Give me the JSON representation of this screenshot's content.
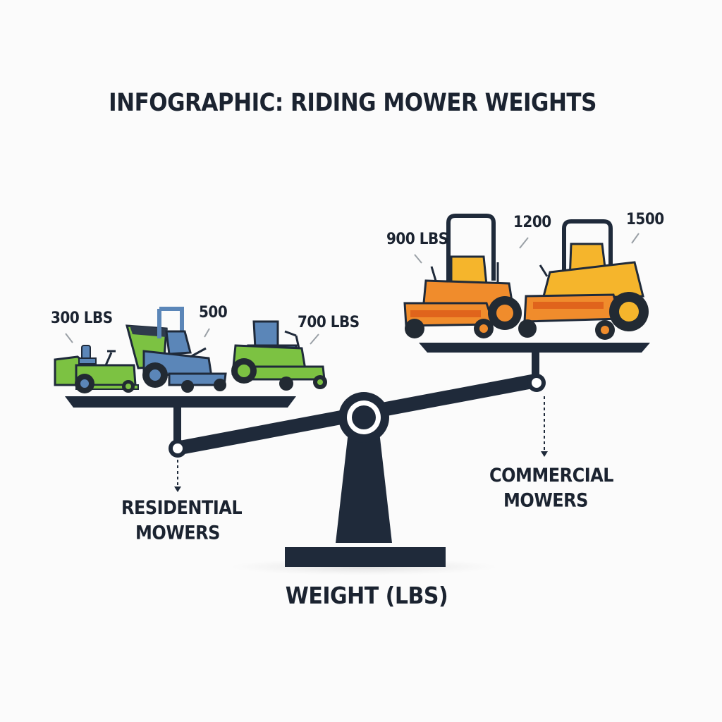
{
  "title": "INFOGRAPHIC: RIDING MOWER WEIGHTS",
  "axis_label": "WEIGHT (LBS)",
  "groups": {
    "residential": {
      "label_line1": "RESIDENTIAL",
      "label_line2": "MOWERS",
      "color": "#7cc242",
      "mowers": [
        {
          "weight_label": "300 LBS",
          "weight": 300,
          "style": "lawn-tractor",
          "body_color": "#7cc242"
        },
        {
          "weight_label": "500",
          "weight": 500,
          "style": "zero-turn-bagger",
          "body_color": "#5b86b8"
        },
        {
          "weight_label": "700 LBS",
          "weight": 700,
          "style": "zero-turn",
          "body_color": "#7cc242"
        }
      ]
    },
    "commercial": {
      "label_line1": "COMMERCIAL",
      "label_line2": "MOWERS",
      "color": "#f19a2e",
      "mowers": [
        {
          "weight_label": "900 LBS",
          "weight": 900,
          "style": "commercial-zero-turn",
          "body_color": "#f08c2c"
        },
        {
          "weight_label": "1200",
          "weight": 1200,
          "style": "commercial-zero-turn",
          "body_color": "#f5b52c"
        },
        {
          "weight_label": "1500",
          "weight": 1500,
          "style": "commercial-zero-turn",
          "body_color": "#f5b52c"
        }
      ]
    }
  },
  "colors": {
    "scale": "#1f2a3a",
    "text": "#1b2330",
    "arrow": "#9aa0a6",
    "tire": "#222a33"
  },
  "icons": {
    "balance": "balance-scale-icon",
    "mower": "riding-mower-icon",
    "arrow": "down-arrow-icon"
  }
}
